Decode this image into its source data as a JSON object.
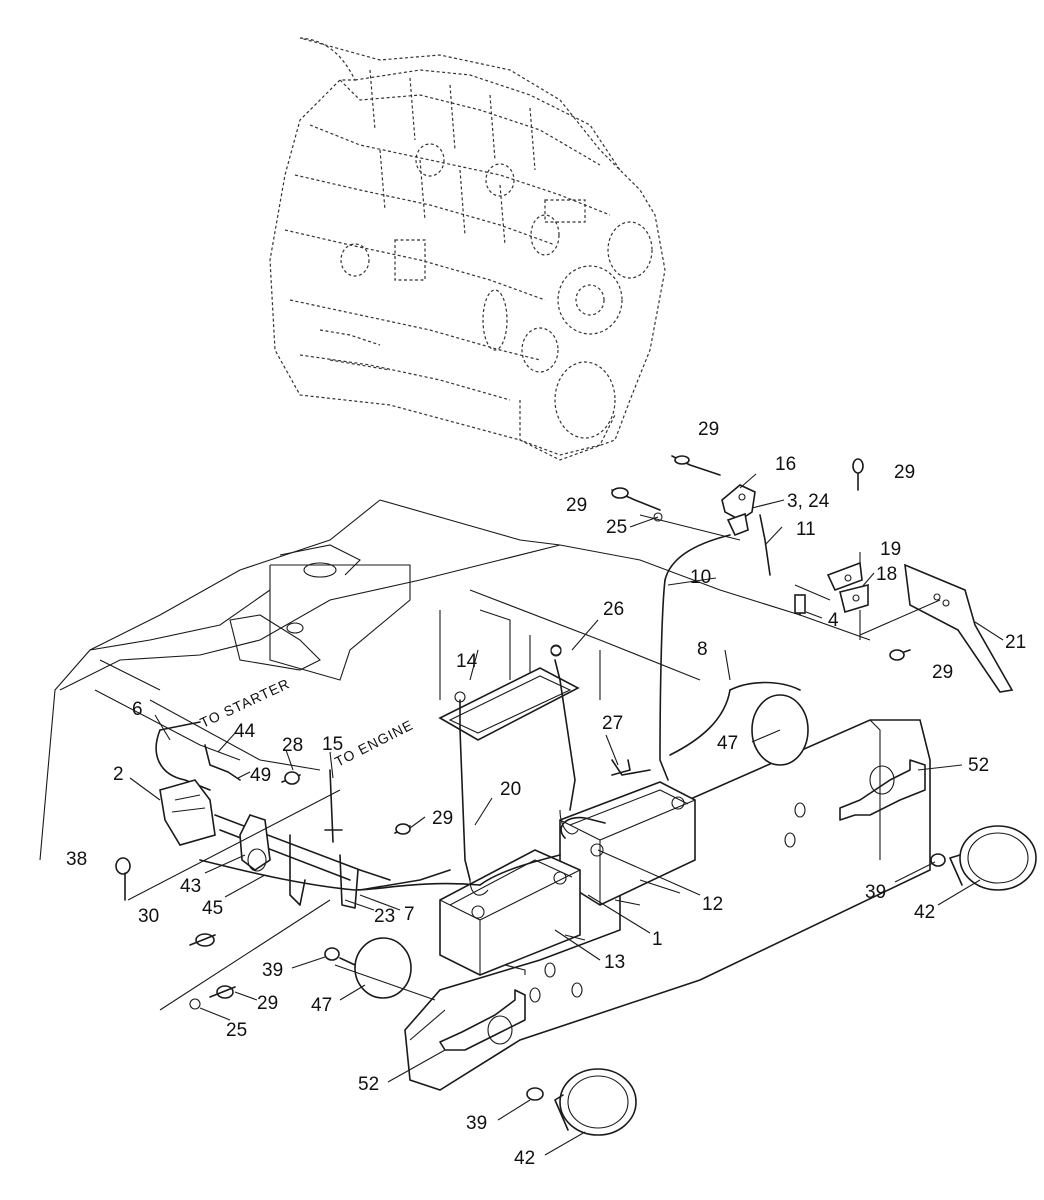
{
  "diagram": {
    "notes": {
      "to_starter": "TO STARTER",
      "to_engine": "TO ENGINE"
    },
    "callouts": [
      {
        "id": "c29a",
        "text": "29"
      },
      {
        "id": "c16",
        "text": "16"
      },
      {
        "id": "c29b",
        "text": "29"
      },
      {
        "id": "c29c",
        "text": "29"
      },
      {
        "id": "c3_24",
        "text": "3, 24"
      },
      {
        "id": "c25a",
        "text": "25"
      },
      {
        "id": "c11",
        "text": "11"
      },
      {
        "id": "c19",
        "text": "19"
      },
      {
        "id": "c18",
        "text": "18"
      },
      {
        "id": "c10",
        "text": "10"
      },
      {
        "id": "c4",
        "text": "4"
      },
      {
        "id": "c21",
        "text": "21"
      },
      {
        "id": "c26",
        "text": "26"
      },
      {
        "id": "c29d",
        "text": "29"
      },
      {
        "id": "c8",
        "text": "8"
      },
      {
        "id": "c14",
        "text": "14"
      },
      {
        "id": "c6",
        "text": "6"
      },
      {
        "id": "c44",
        "text": "44"
      },
      {
        "id": "c15",
        "text": "15"
      },
      {
        "id": "c28",
        "text": "28"
      },
      {
        "id": "c27",
        "text": "27"
      },
      {
        "id": "c49",
        "text": "49"
      },
      {
        "id": "c2",
        "text": "2"
      },
      {
        "id": "c20",
        "text": "20"
      },
      {
        "id": "c47a",
        "text": "47"
      },
      {
        "id": "c52a",
        "text": "52"
      },
      {
        "id": "c29e",
        "text": "29"
      },
      {
        "id": "c38",
        "text": "38"
      },
      {
        "id": "c43",
        "text": "43"
      },
      {
        "id": "c45",
        "text": "45"
      },
      {
        "id": "c7",
        "text": "7"
      },
      {
        "id": "c12",
        "text": "12"
      },
      {
        "id": "c39a",
        "text": "39"
      },
      {
        "id": "c30",
        "text": "30"
      },
      {
        "id": "c23",
        "text": "23"
      },
      {
        "id": "c42a",
        "text": "42"
      },
      {
        "id": "c1",
        "text": "1"
      },
      {
        "id": "c13",
        "text": "13"
      },
      {
        "id": "c39b",
        "text": "39"
      },
      {
        "id": "c29f",
        "text": "29"
      },
      {
        "id": "c47b",
        "text": "47"
      },
      {
        "id": "c25b",
        "text": "25"
      },
      {
        "id": "c52b",
        "text": "52"
      },
      {
        "id": "c39c",
        "text": "39"
      },
      {
        "id": "c42b",
        "text": "42"
      }
    ]
  }
}
